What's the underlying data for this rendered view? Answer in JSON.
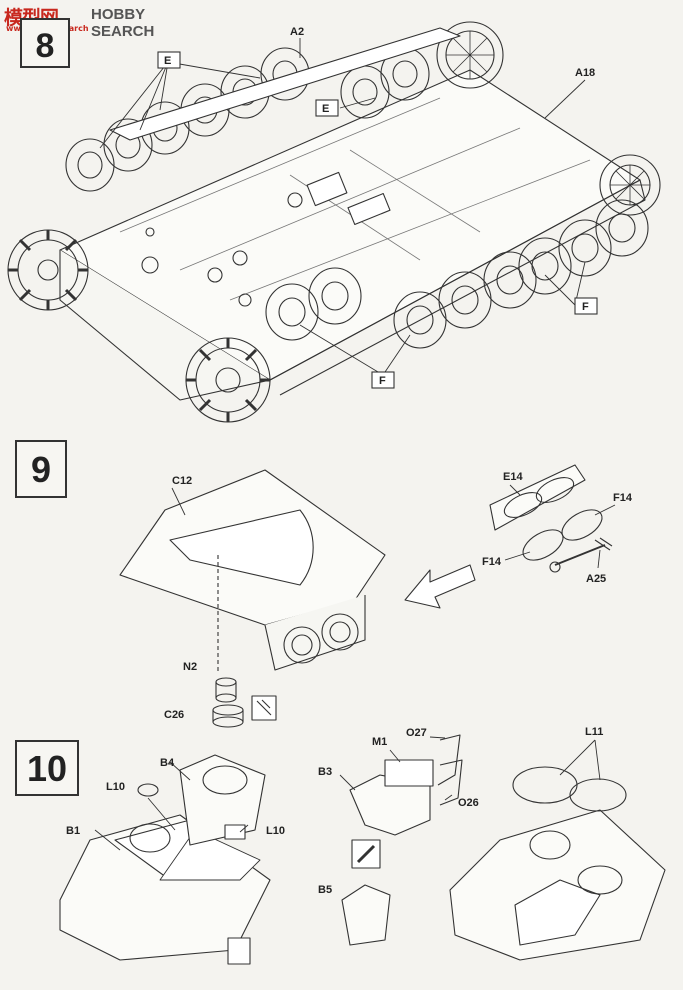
{
  "watermark": {
    "cn": "模型网",
    "search": "HOBBY SEARCH",
    "url": "www.hobbysearch"
  },
  "steps": {
    "s8": "8",
    "s9": "9",
    "s10": "10"
  },
  "step8": {
    "label_a2": "A2",
    "label_a18": "A18",
    "label_e": "E",
    "label_f": "F"
  },
  "step9": {
    "label_c12": "C12",
    "label_e14": "E14",
    "label_f14_top": "F14",
    "label_f14_bottom": "F14",
    "label_a25": "A25",
    "label_n2": "N2",
    "label_c26": "C26"
  },
  "step10": {
    "label_b4": "B4",
    "label_l10_left": "L10",
    "label_l10_right": "L10",
    "label_b1": "B1",
    "label_m1": "M1",
    "label_o27": "O27",
    "label_b3": "B3",
    "label_o26": "O26",
    "label_b5": "B5",
    "label_l11": "L11"
  }
}
